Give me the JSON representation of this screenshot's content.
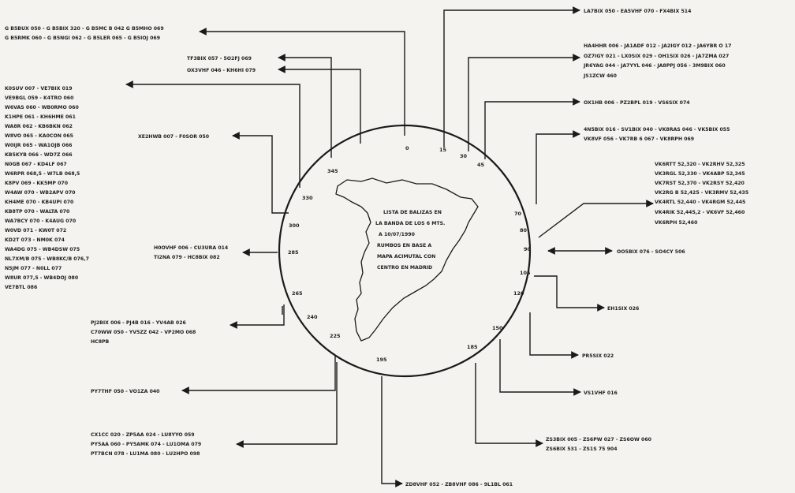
{
  "center_text": [
    "LISTA DE BALIZAS EN",
    "LA BANDA DE LOS 6 MTS.",
    "A 10/07/1990",
    "RUMBOS EN BASE A",
    "MAPA ACIMUTAL CON",
    "CENTRO EN MADRID"
  ],
  "bearings": [
    "0",
    "15",
    "30",
    "45",
    "70",
    "80",
    "90",
    "105",
    "120",
    "150",
    "185",
    "195",
    "225",
    "240",
    "265",
    "285",
    "300",
    "330",
    "345"
  ],
  "groups": {
    "top_left_1": [
      "G B5BUX 050 - G B5BIX 320 - G B5MC B 042 G B5MHO 069",
      "G B5RMK 060 - G B5NGI 062 - G B5LER 065 - G B5IOJ 069"
    ],
    "top_left_2": [
      "TF3BIX 057 - 5O2FJ 069",
      "OX3VHF 046 - KH6HI 079"
    ],
    "top_right_1": [
      "LA7BIX 050 - EA5VHF 070 - FX4BIX 514"
    ],
    "top_right_2": [
      "HA4HHR 006 - JA1ADF 012 - JA2IGY 012 - JA6YBR O 17",
      "OZ7IGY 021 - LX0SIX 029 - OH1SIX 026 - JA7ZMA 027",
      "JR6YAG 044 - JA7YYL 046 - JA8PPJ 056 - 3M9BIX 060",
      "JS1ZCW 460"
    ],
    "right_1": [
      "OX1HB 006 - PZ2BPL 019 - VS6SIX 074"
    ],
    "right_2": [
      "4N5BIX 016 - SV1BIX 040 - VK8RAS 046 - VK5BIX 055",
      "VK8VF 056 - VK7RB 6 067 - VK8RPH 069"
    ],
    "right_3": [
      "VK6RTT 52,320 - VK2RHV 52,325",
      "VK3RGL 52,330 - VK4ABP 52,345",
      "VK7RST 52,370 - VK2RSY 52,420",
      "VK2RG B 52,425 - VK3RMV 52,435",
      "VK4RTL 52,440 - VK4RGM 52,445",
      "VK4RIK 52,445,2 - VK6VF 52,460",
      "VK6RPH 52,460"
    ],
    "right_4": [
      "OO5BIX 076 - SO4CY 506"
    ],
    "right_5": [
      "EH1SIX 026"
    ],
    "right_6": [
      "PR5SIX 022"
    ],
    "right_7": [
      "VS1VHF 016"
    ],
    "bottom_right": [
      "ZS3BIX 005 - ZS6PW 027 - ZS6OW 060",
      "ZS6BIX 531 - ZS1S 75 904"
    ],
    "bottom_center": [
      "ZD8VHF 052 - ZB8VHF 086 - 9L1BL 061"
    ],
    "left_list": [
      "K0SUV  007  - VE7BIX  019",
      "VE9BGL  059  - K4TRO  060",
      "W6VAS  060  - WB0RMO  060",
      "K1HPE  061  - KH6HME  061",
      "WA8R  062  - KB6BKN  062",
      "W8VO  065  - KA0CON  065",
      "W0IJR  065  - WA1OJB  066",
      "KB5KYB  066  - WD7Z  066",
      "N0GB  067  - KD4LF  067",
      "W6RPR  068,5  - W7LB  068,5",
      "K8PV  069  - KK5MP  070",
      "W4AW  070  - WB2APV  070",
      "KH4ME  070  - KB4UPI  070",
      "KB8TP  070  - WALTA  070",
      "WA7BCY  070  - K4AUG  070",
      "W0VD  071  - KW0T  072",
      "KD2T  073  - NM0K  074",
      "WA4DG  075  - WB4DSW  075",
      "NL7XM/B  075  - WB8KC/B  076,7",
      "N5JM  077  - N0LL  077",
      "W8UR  077,5  - WB4DOJ  080",
      "VE7BTL  086"
    ],
    "left_2": [
      "XE2HWB 007 - F0SOR 050"
    ],
    "left_3": [
      "H0OVHF 006 - CU3URA 014",
      "TI2NA 079 - HC8BIX 082"
    ],
    "left_4": [
      "PJ2BIX 006 - PJ4B  016 - YV4AB  026",
      "C70WW  050 - YV5ZZ  042 - VP2MO  068",
      "HC8PB"
    ],
    "left_5": [
      "PY7THF 050 - VO1ZA 040"
    ],
    "bottom_left": [
      "CX1CC  020 - ZP5AA  024 - LU8YYO 059",
      "PY5AA  060 - PY5AMK 074 - LU1OMA 079",
      "PT7BCN 078 - LU1MA  080 - LU2HPO 098"
    ]
  }
}
